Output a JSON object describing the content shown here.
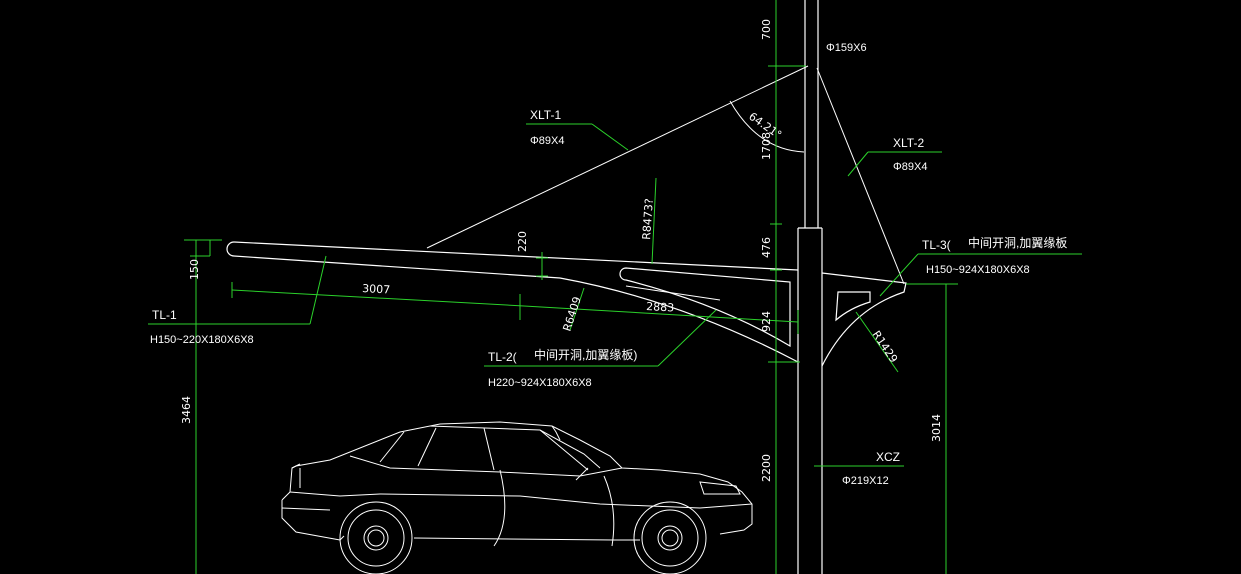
{
  "drawing": {
    "background": "#000000",
    "line_color": "#ffffff",
    "leader_color": "#2bd12b"
  },
  "members": {
    "xlt1": {
      "name": "XLT-1",
      "spec": "Φ89X4"
    },
    "xlt2": {
      "name": "XLT-2",
      "spec": "Φ89X4"
    },
    "tl1": {
      "name": "TL-1",
      "spec": "H150~220X180X6X8"
    },
    "tl2": {
      "name": "TL-2(",
      "note": "中间开洞,加翼缘板)",
      "spec": "H220~924X180X6X8"
    },
    "tl3": {
      "name": "TL-3(",
      "note": "中间开洞,加翼缘板",
      "spec": "H150~924X180X6X8"
    },
    "xcz": {
      "name": "XCZ",
      "spec": "Φ219X12"
    },
    "post_top": {
      "spec": "Φ159X6"
    }
  },
  "dimensions": {
    "d700": "700",
    "d1708": "1708",
    "d476": "476",
    "d924a": "924",
    "d2200": "2200",
    "d3014": "3014",
    "d3464": "3464",
    "d150": "150",
    "d220": "220",
    "d3007": "3007",
    "d2883": "2883",
    "r8473": "R8473?",
    "r6409": "R6409",
    "r1429": "R1429",
    "angle": "64.21°"
  }
}
